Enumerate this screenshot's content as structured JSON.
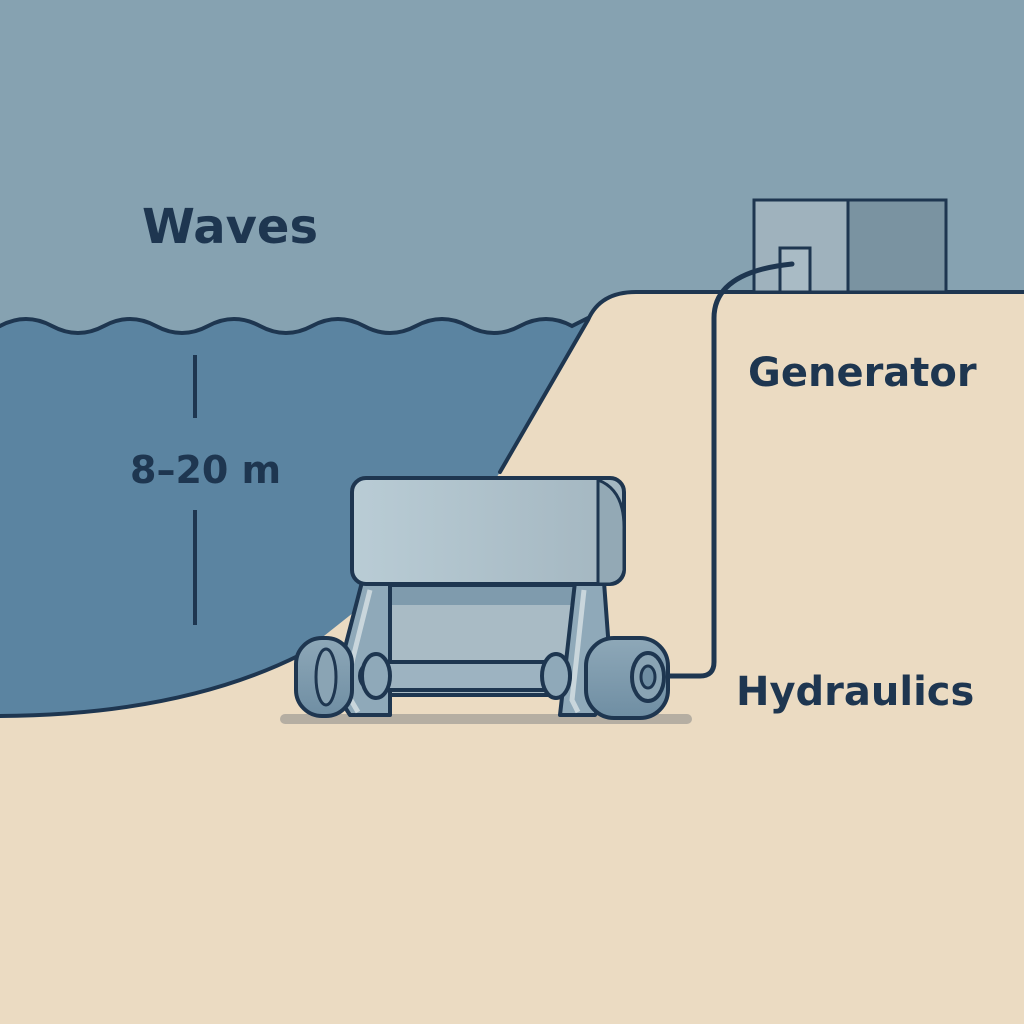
{
  "labels": {
    "waves": "Waves",
    "depth": "8–20 m",
    "generator": "Generator",
    "hydraulics": "Hydraulics"
  },
  "colors": {
    "sky": "#86a2b1",
    "water": "#5b84a1",
    "sand": "#ebdbc2",
    "outline": "#1e3650",
    "machine_panel": "#a9bbc5",
    "generator_light": "#9fb2bd",
    "generator_dark": "#7a93a1"
  }
}
